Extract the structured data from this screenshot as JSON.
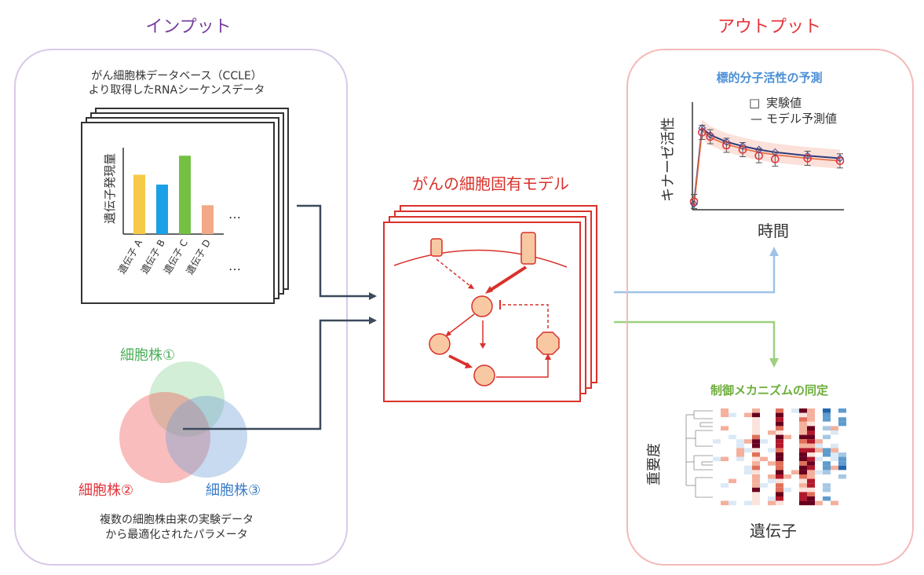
{
  "colors": {
    "input_border": "#d9c9e8",
    "output_border": "#f4b9b9",
    "model_red": "#d9312b",
    "node_fill": "#f7c8a2",
    "connector": "#3b4a5c",
    "blue_arrow": "#9ec3e6",
    "green_arrow": "#9dd07e"
  },
  "input": {
    "title": "インプット",
    "rna_caption_1": "がん細胞株データベース（CCLE）",
    "rna_caption_2": "より取得したRNAシーケンスデータ",
    "rna_chart": {
      "ylabel": "遺伝子発現量",
      "ellipsis_bars": "…",
      "ellipsis_labels": "…",
      "genes": [
        "遺伝子 A",
        "遺伝子 B",
        "遺伝子 C",
        "遺伝子 D"
      ],
      "values": [
        0.72,
        0.6,
        0.95,
        0.35
      ],
      "bar_colors": [
        "#f7c948",
        "#1aa0e6",
        "#74c043",
        "#f2a98a"
      ]
    },
    "venn": {
      "cell1": "細胞株①",
      "cell2": "細胞株②",
      "cell3": "細胞株③",
      "color1": "#7fcf8a",
      "color2": "#f05a5a",
      "color3": "#6b9fd6"
    },
    "param_caption_1": "複数の細胞株由来の実験データ",
    "param_caption_2": "から最適化されたパラメータ"
  },
  "model": {
    "title": "がんの細胞固有モデル"
  },
  "output": {
    "title": "アウトプット",
    "activity": {
      "title": "標的分子活性の予測",
      "ylabel": "キナーゼ活性",
      "xlabel": "時間",
      "legend_exp": "実験値",
      "legend_model": "モデル予測値",
      "legend_exp_marker": "□",
      "legend_model_marker": "—"
    },
    "mechanism": {
      "title": "制御メカニズムの同定",
      "ylabel": "重要度",
      "xlabel": "遺伝子"
    }
  },
  "chart_data": [
    {
      "type": "bar",
      "ylabel": "遺伝子発現量",
      "categories": [
        "遺伝子 A",
        "遺伝子 B",
        "遺伝子 C",
        "遺伝子 D"
      ],
      "values": [
        0.72,
        0.6,
        0.95,
        0.35
      ]
    },
    {
      "type": "line",
      "title": "標的分子活性の予測",
      "xlabel": "時間",
      "ylabel": "キナーゼ活性",
      "x": [
        0,
        0.5,
        1,
        2,
        3,
        4,
        5,
        7,
        9
      ],
      "series": [
        {
          "name": "実験値",
          "values": [
            0.05,
            0.85,
            0.8,
            0.7,
            0.65,
            0.58,
            0.54,
            0.55,
            0.52
          ]
        },
        {
          "name": "モデル予測値",
          "values": [
            0.02,
            0.9,
            0.82,
            0.74,
            0.69,
            0.65,
            0.62,
            0.58,
            0.55
          ]
        }
      ]
    },
    {
      "type": "heatmap",
      "xlabel": "遺伝子",
      "ylabel": "重要度"
    }
  ]
}
